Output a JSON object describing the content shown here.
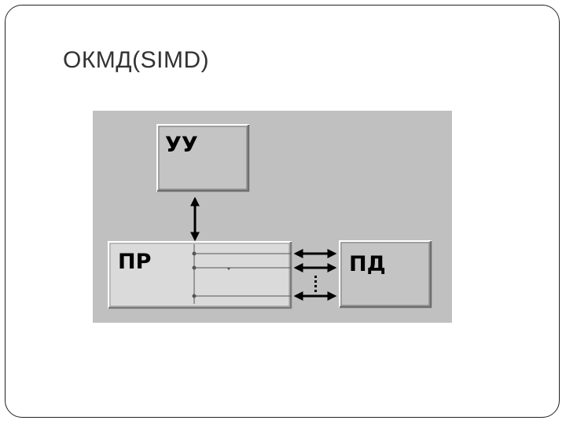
{
  "slide": {
    "title": "ОКМД(SIMD)"
  },
  "diagram": {
    "nodes": {
      "control_unit": "УУ",
      "processor": "ПР",
      "data_memory": "ПД"
    },
    "colors": {
      "background": "#c0c0c0",
      "node_fill": "#c4c4c4",
      "processor_fill": "#dadada",
      "arrow": "#000000",
      "data_line": "#555555"
    }
  }
}
